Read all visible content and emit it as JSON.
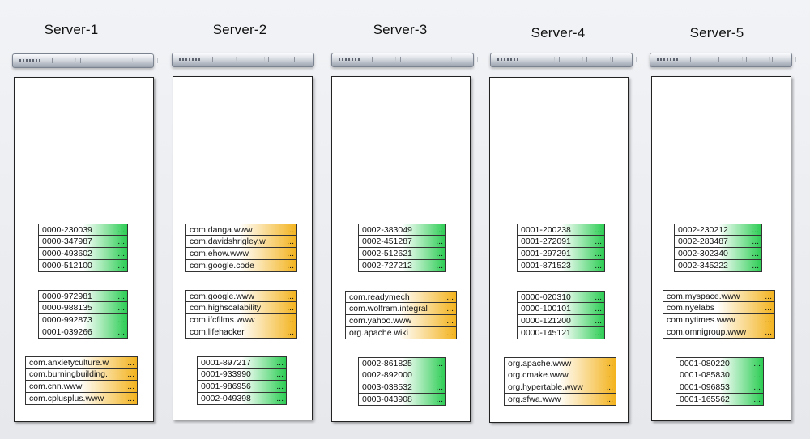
{
  "servers": [
    {
      "title": "Server-1",
      "groups": [
        {
          "color": "green",
          "rows": [
            "0000-230039",
            "0000-347987",
            "0000-493602",
            "0000-512100"
          ]
        },
        {
          "color": "green",
          "rows": [
            "0000-972981",
            "0000-988135",
            "0000-992873",
            "0001-039266"
          ]
        },
        {
          "color": "yellow",
          "rows": [
            "com.anxietyculture.w",
            "com.burningbuilding.",
            "com.cnn.www",
            "com.cplusplus.www"
          ]
        }
      ]
    },
    {
      "title": "Server-2",
      "groups": [
        {
          "color": "yellow",
          "rows": [
            "com.danga.www",
            "com.davidshrigley.w",
            "com.ehow.www",
            "com.google.code"
          ]
        },
        {
          "color": "yellow",
          "rows": [
            "com.google.www",
            "com.highscalability",
            "com.ifcfilms.www",
            "com.lifehacker"
          ]
        },
        {
          "color": "green",
          "rows": [
            "0001-897217",
            "0001-933990",
            "0001-986956",
            "0002-049398"
          ]
        }
      ]
    },
    {
      "title": "Server-3",
      "groups": [
        {
          "color": "green",
          "rows": [
            "0002-383049",
            "0002-451287",
            "0002-512621",
            "0002-727212"
          ]
        },
        {
          "color": "yellow",
          "rows": [
            "com.readymech",
            "com.wolfram.integral",
            "com.yahoo.www",
            "org.apache.wiki"
          ]
        },
        {
          "color": "green",
          "rows": [
            "0002-861825",
            "0002-892000",
            "0003-038532",
            "0003-043908"
          ]
        }
      ]
    },
    {
      "title": "Server-4",
      "groups": [
        {
          "color": "green",
          "rows": [
            "0001-200238",
            "0001-272091",
            "0001-297291",
            "0001-871523"
          ]
        },
        {
          "color": "green",
          "rows": [
            "0000-020310",
            "0000-100101",
            "0000-121200",
            "0000-145121"
          ]
        },
        {
          "color": "yellow",
          "rows": [
            "org.apache.www",
            "org.cmake.www",
            "org.hypertable.www",
            "org.sfwa.www"
          ]
        }
      ]
    },
    {
      "title": "Server-5",
      "groups": [
        {
          "color": "green",
          "rows": [
            "0002-230212",
            "0002-283487",
            "0002-302340",
            "0002-345222"
          ]
        },
        {
          "color": "yellow",
          "rows": [
            "com.myspace.www",
            "com.nyelabs",
            "com.nytimes.www",
            "com.omnigroup.www"
          ]
        },
        {
          "color": "green",
          "rows": [
            "0001-080220",
            "0001-085830",
            "0001-096853",
            "0001-165562"
          ]
        }
      ]
    }
  ],
  "ellipsis": "...",
  "colors": {
    "green": "#2ccd54",
    "yellow": "#f3b31e"
  }
}
